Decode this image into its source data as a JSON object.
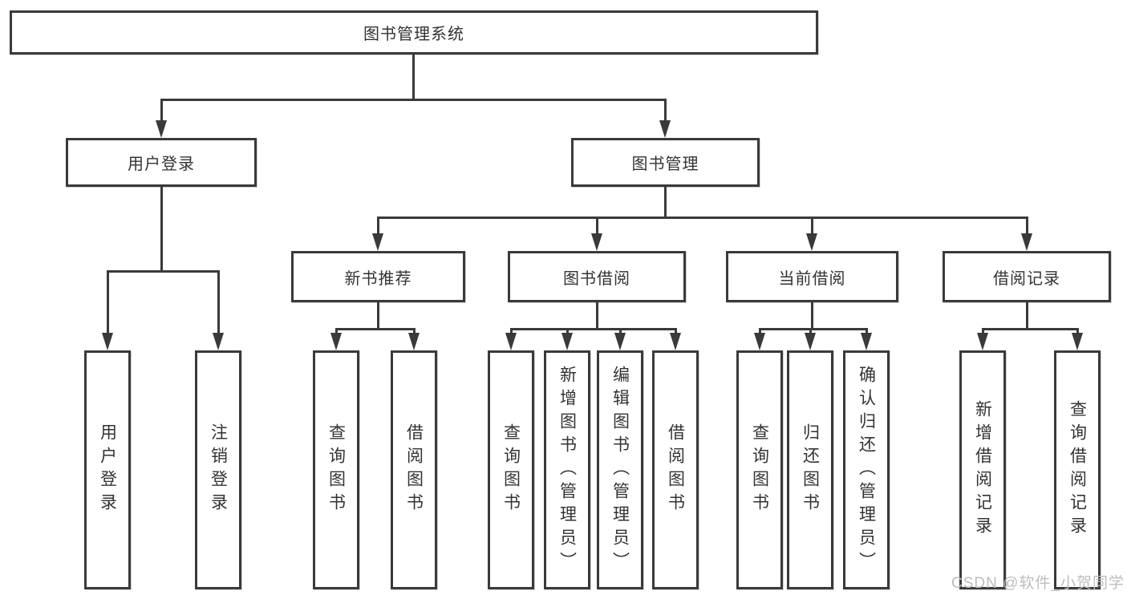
{
  "diagram": {
    "root_label": "图书管理系统",
    "branches": [
      {
        "label": "用户登录",
        "children": [
          "用户登录",
          "注销登录"
        ]
      },
      {
        "label": "图书管理",
        "sections": [
          {
            "label": "新书推荐",
            "children": [
              "查询图书",
              "借阅图书"
            ]
          },
          {
            "label": "图书借阅",
            "children": [
              "查询图书",
              "新增图书（管理员）",
              "编辑图书（管理员）",
              "借阅图书"
            ]
          },
          {
            "label": "当前借阅",
            "children": [
              "查询图书",
              "归还图书",
              "确认归还（管理员）"
            ]
          },
          {
            "label": "借阅记录",
            "children": [
              "新增借阅记录",
              "查询借阅记录"
            ]
          }
        ]
      }
    ],
    "watermark": "CSDN @软件_小贺同学",
    "colors": {
      "line": "#3a3a3a",
      "box_fill": "#ffffff",
      "text": "#333333",
      "watermark": "#bdbdbd",
      "background": "#ffffff"
    }
  }
}
